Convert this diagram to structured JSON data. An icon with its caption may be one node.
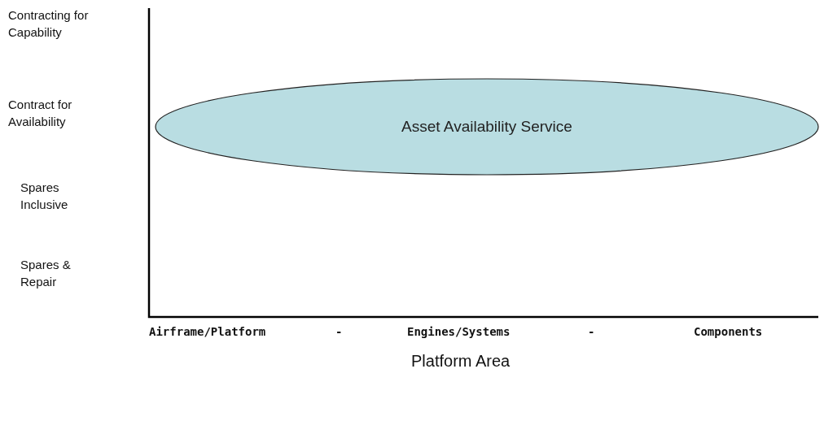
{
  "diagram": {
    "nodes": [
      {
        "text": [
          "Asset Availability Service"
        ]
      }
    ],
    "labels": [
      "Contracting for Capability",
      "Contract for Availability",
      "Spares Inclusive",
      "Spares & Repair",
      "Airframe/Platform",
      "-",
      "Engines/Systems",
      "-",
      "Components",
      "Platform Area"
    ]
  }
}
